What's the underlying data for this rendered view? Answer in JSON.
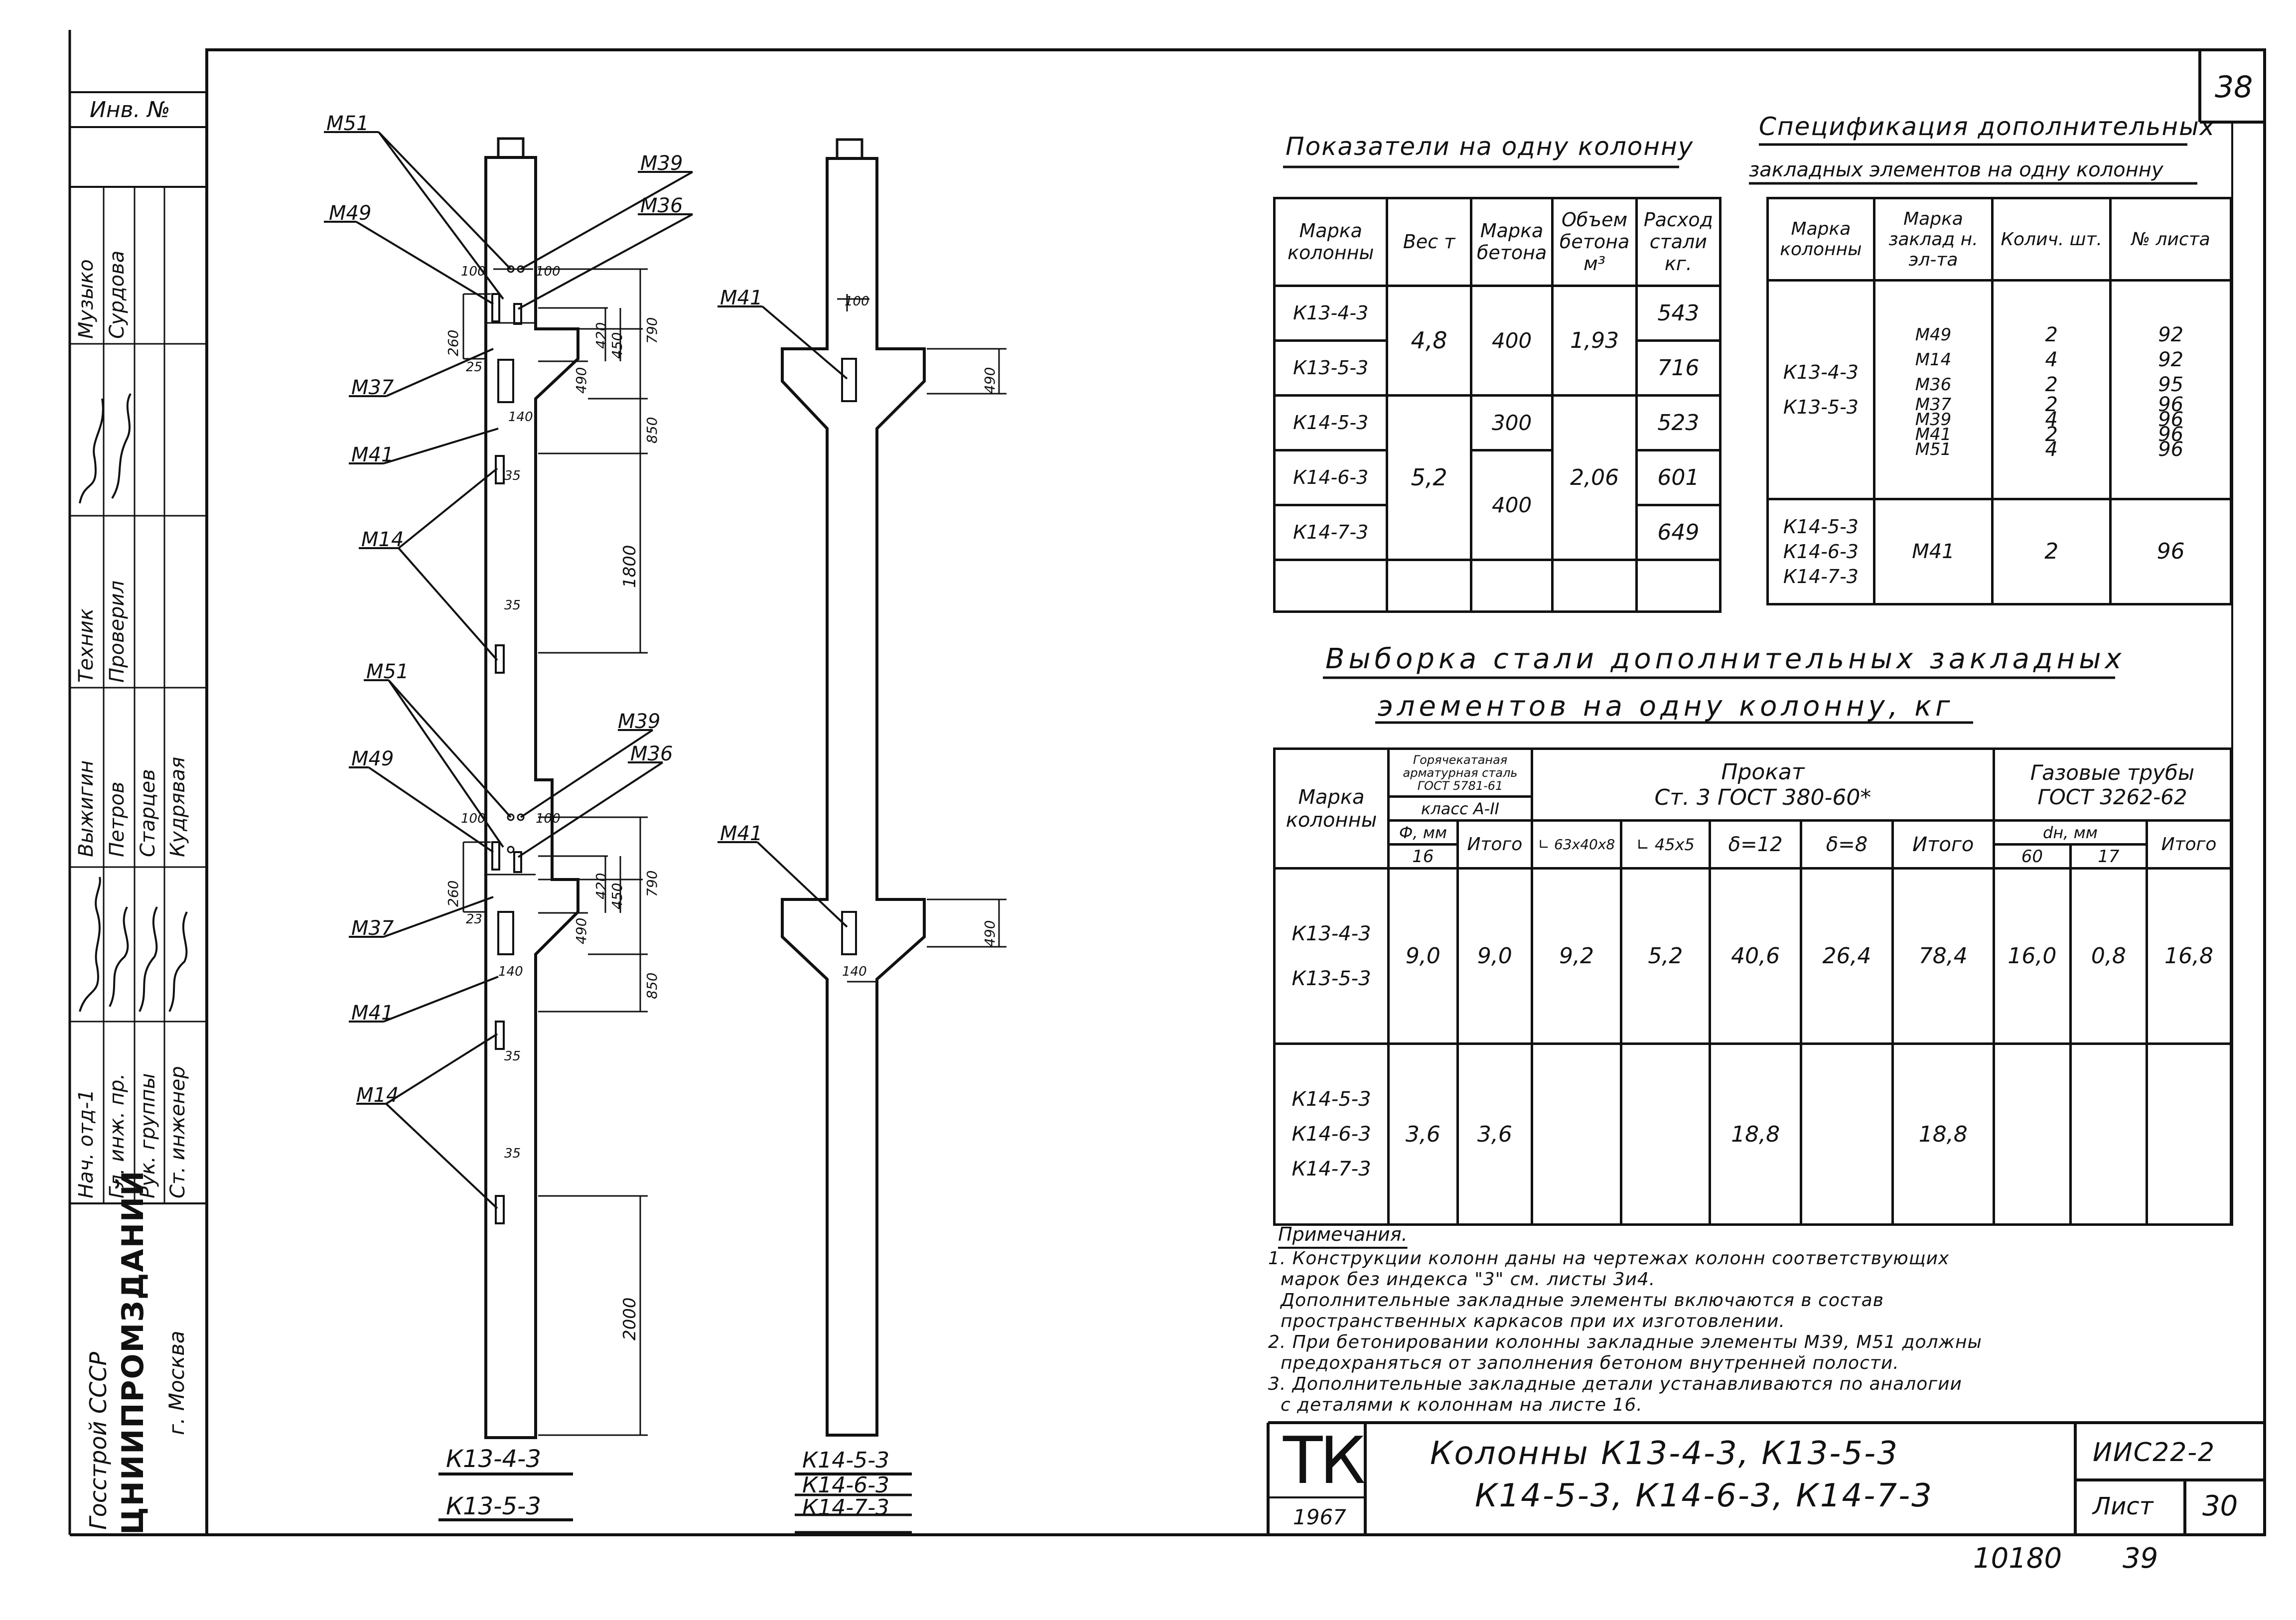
{
  "sheet_number": "38",
  "bottom_numbers": {
    "left": "10180",
    "right": "39"
  },
  "left_column": {
    "inv": "Инв. №",
    "vertical_org": [
      "Госстрой СССР",
      "ЦНИИПРОМЗДАНИЙ",
      "г. Москва"
    ],
    "roles": [
      "Нач. отд-1",
      "Гл. инж. пр.",
      "Рук. группы",
      "Ст. инженер",
      "Выжигин",
      "Петров",
      "Старцев",
      "Кудрявая",
      "Техник",
      "Проверил",
      "Музыко",
      "Сурдова"
    ]
  },
  "columns": {
    "left_caption_1": "К13-4-3",
    "left_caption_2": "К13-5-3",
    "right_caption_1": "К14-5-3",
    "right_caption_2": "К14-6-3",
    "right_caption_3": "К14-7-3",
    "labels": {
      "m51a": "М51",
      "m49a": "М49",
      "m37a": "М37",
      "m41a": "М41",
      "m14a": "М14",
      "m39a": "М39",
      "m36a": "М36",
      "m51b": "М51",
      "m49b": "М49",
      "m37b": "М37",
      "m41b": "М41",
      "m14b": "М14",
      "m39b": "М39",
      "m36b": "М36",
      "m41c": "М41",
      "m41d": "М41"
    },
    "dims": {
      "d100a": "100",
      "d100b": "100",
      "d260": "260",
      "d25": "25",
      "d450": "450",
      "d420": "420",
      "d790": "790",
      "d490": "490",
      "d850": "850",
      "d140": "140",
      "d35a": "35",
      "d1800": "1800",
      "d35b": "35",
      "d100c": "100",
      "d100d": "100",
      "d260b": "260",
      "d23": "23",
      "d450b": "450",
      "d420b": "420",
      "d790b": "790",
      "d490b": "490",
      "d850b": "850",
      "d140b": "140",
      "d35c": "35",
      "d35d": "35",
      "d2000": "2000",
      "d100e": "100",
      "d490c": "490",
      "d490d": "490",
      "d140c": "140"
    }
  },
  "indicators": {
    "title": "Показатели на одну колонну",
    "headers": [
      "Марка колонны",
      "Вес т",
      "Марка бетона",
      "Объем бетона м³",
      "Расход стали кг."
    ],
    "rows": [
      [
        "К13-4-3",
        "543"
      ],
      [
        "К13-5-3",
        "716"
      ],
      [
        "К14-5-3",
        "523"
      ],
      [
        "К14-6-3",
        "601"
      ],
      [
        "К14-7-3",
        "649"
      ]
    ],
    "weight_1": "4,8",
    "weight_2": "5,2",
    "concrete_1": "400",
    "concrete_2": "300",
    "concrete_3": "400",
    "volume_1": "1,93",
    "volume_2": "2,06"
  },
  "spec": {
    "title_1": "Спецификация дополнительных",
    "title_2": "закладных элементов на одну колонну",
    "headers": [
      "Марка колонны",
      "Марка заклад н. эл-та",
      "Колич. шт.",
      "№ листа"
    ],
    "group1_marks": [
      "К13-4-3",
      "К13-5-3"
    ],
    "group1_items": [
      [
        "М49",
        "2",
        "92"
      ],
      [
        "М14",
        "4",
        "92"
      ],
      [
        "М36",
        "2",
        "95"
      ],
      [
        "М37",
        "2",
        "96"
      ],
      [
        "М39",
        "4",
        "96"
      ],
      [
        "М41",
        "2",
        "96"
      ],
      [
        "М51",
        "4",
        "96"
      ]
    ],
    "group2_marks": [
      "К14-5-3",
      "К14-6-3",
      "К14-7-3"
    ],
    "group2_item": [
      "М41",
      "2",
      "96"
    ]
  },
  "steel": {
    "title_1": "Выборка стали дополнительных закладных",
    "title_2": "элементов на одну колонну, кг",
    "h_mark": "Марка колонны",
    "h_hot": "Горячекатаная арматурная сталь ГОСТ 5781-61",
    "h_class": "класс А-II",
    "h_phi": "Ф, мм",
    "h_16": "16",
    "h_itogo": "Итого",
    "h_prokat": "Прокат",
    "h_st3": "Ст. 3 ГОСТ 380-60*",
    "h_l63": "∟ 63х40х8",
    "h_l45": "∟ 45х5",
    "h_d12": "δ=12",
    "h_d8": "δ=8",
    "h_pipes": "Газовые трубы",
    "h_pipes_gost": "ГОСТ 3262-62",
    "h_dn": "dн, мм",
    "h_60": "60",
    "h_17": "17",
    "row1_marks": [
      "К13-4-3",
      "К13-5-3"
    ],
    "row1": [
      "9,0",
      "9,0",
      "9,2",
      "5,2",
      "40,6",
      "26,4",
      "78,4",
      "16,0",
      "0,8",
      "16,8"
    ],
    "row2_marks": [
      "К14-5-3",
      "К14-6-3",
      "К14-7-3"
    ],
    "row2": [
      "3,6",
      "3,6",
      "",
      "",
      "18,8",
      "",
      "18,8",
      "",
      "",
      ""
    ]
  },
  "notes": {
    "title": "Примечания.",
    "lines": [
      "1. Конструкции колонн даны на чертежах колонн соответствующих",
      "марок без индекса \"3\" см. листы 3и4.",
      "Дополнительные закладные элементы включаются в состав",
      "пространственных каркасов при их изготовлении.",
      "2. При бетонировании колонны закладные элементы М39, М51 должны",
      "предохраняться от заполнения бетоном внутренней полости.",
      "3. Дополнительные закладные детали устанавливаются по аналогии",
      "с деталями к колоннам на листе 16."
    ]
  },
  "title_block": {
    "tk": "ТК",
    "year": "1967",
    "title_1": "Колонны К13-4-3, К13-5-3",
    "title_2": "К14-5-3, К14-6-3, К14-7-3",
    "code": "ИИС22-2",
    "sheet_label": "Лист",
    "sheet": "30"
  }
}
